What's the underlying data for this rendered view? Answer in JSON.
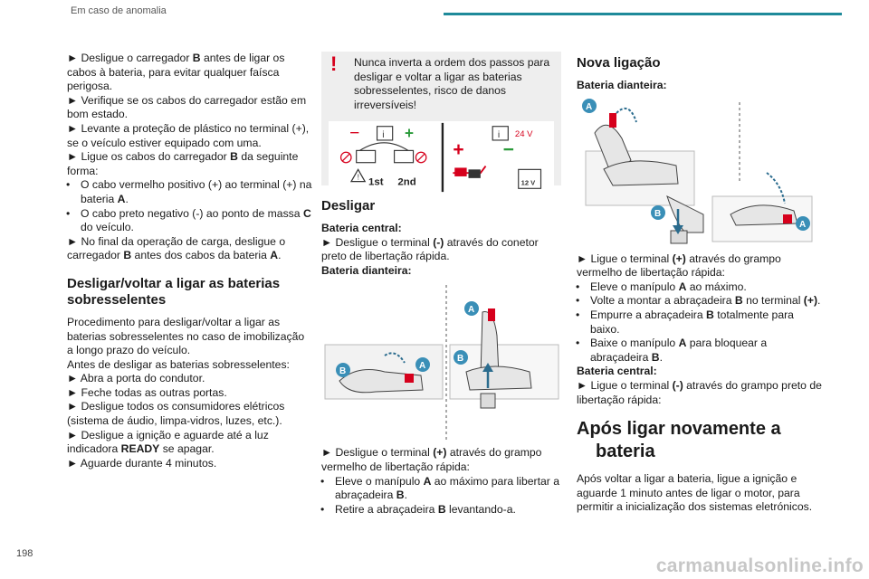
{
  "header": {
    "section_title": "Em caso de anomalia",
    "accent_color": "#1e8a9a"
  },
  "page_number": "198",
  "watermark": "carmanualsonline.info",
  "col1": {
    "intro_bullets": [
      {
        "marker": "►",
        "text": "Desligue o carregador",
        "bold": "B",
        "rest": "antes de ligar os cabos à bateria, para evitar qualquer faísca perigosa."
      },
      {
        "marker": "►",
        "text": "Verifique se os cabos do carregador estão em bom estado."
      },
      {
        "marker": "►",
        "text": "Levante a proteção de plástico no terminal (+), se o veículo estiver equipado com uma."
      },
      {
        "marker": "►",
        "text": "Ligue os cabos do carregador",
        "bold": "B",
        "rest": "da seguinte forma:"
      }
    ],
    "sub_bullets": [
      {
        "text": "O cabo vermelho positivo (+) ao terminal (+) na bateria",
        "bold": "A",
        "rest": "."
      },
      {
        "text": "O cabo preto negativo (-) ao ponto de massa",
        "bold": "C",
        "rest": "do veículo."
      }
    ],
    "end_bullet": {
      "marker": "►",
      "text": "No final da operação de carga, desligue o carregador",
      "bold": "B",
      "mid": "antes dos cabos da bateria",
      "bold2": "A",
      "rest": "."
    },
    "heading": "Desligar/voltar a ligar as baterias sobresselentes",
    "procedure_text": "Procedimento para desligar/voltar a ligar as baterias sobresselentes no caso de imobilização a longo prazo do veículo.",
    "before_text": "Antes de desligar as baterias sobresselentes:",
    "steps": [
      {
        "marker": "►",
        "text": "Abra a porta do condutor."
      },
      {
        "marker": "►",
        "text": "Feche todas as outras portas."
      },
      {
        "marker": "►",
        "text": "Desligue todos os consumidores elétricos (sistema de áudio, limpa-vidros, luzes, etc.)."
      },
      {
        "marker": "►",
        "text": "Desligue a ignição e aguarde até a luz indicadora",
        "bold": "READY",
        "rest": "se apagar."
      },
      {
        "marker": "►",
        "text": "Aguarde durante 4 minutos."
      }
    ]
  },
  "col2": {
    "warning_icon": "!",
    "warning_text": "Nunca inverta a ordem dos passos para desligar e voltar a ligar as baterias sobresselentes, risco de danos irreversíveis!",
    "warn_labels": {
      "first": "1st",
      "second": "2nd",
      "voltage": "24 V",
      "battery_voltage": "12 V"
    },
    "heading": "Desligar",
    "central_label": "Bateria central:",
    "central_step": {
      "marker": "►",
      "text": "Desligue o terminal",
      "bold": "(-)",
      "rest": "através do conetor preto de libertação rápida."
    },
    "front_label": "Bateria dianteira:",
    "figure_labels": {
      "a": "A",
      "b": "B"
    },
    "front_step": {
      "marker": "►",
      "text": "Desligue o terminal",
      "bold": "(+)",
      "rest": "através do grampo vermelho de libertação rápida:"
    },
    "sub_bullets": [
      {
        "text": "Eleve o manípulo",
        "bold": "A",
        "rest": "ao máximo para libertar a abraçadeira",
        "bold2": "B",
        "end": "."
      },
      {
        "text": "Retire a abraçadeira",
        "bold": "B",
        "rest": "levantando-a."
      }
    ]
  },
  "col3": {
    "heading": "Nova ligação",
    "front_label": "Bateria dianteira:",
    "figure_labels": {
      "a": "A",
      "b": "B"
    },
    "front_step": {
      "marker": "►",
      "text": "Ligue o terminal",
      "bold": "(+)",
      "rest": "através do grampo vermelho de libertação rápida:"
    },
    "sub_bullets": [
      {
        "text": "Eleve o manípulo",
        "bold": "A",
        "rest": "ao máximo."
      },
      {
        "text": "Volte a montar a abraçadeira",
        "bold": "B",
        "rest": "no terminal",
        "bold2": "(+)",
        "end": "."
      },
      {
        "text": "Empurre a abraçadeira",
        "bold": "B",
        "rest": "totalmente para baixo."
      },
      {
        "text": "Baixe o manípulo",
        "bold": "A",
        "rest": "para bloquear a abraçadeira",
        "bold2": "B",
        "end": "."
      }
    ],
    "central_label": "Bateria central:",
    "central_step": {
      "marker": "►",
      "text": "Ligue o terminal",
      "bold": "(-)",
      "rest": "através do grampo preto de libertação rápida:"
    },
    "big_heading_l1": "Após ligar novamente a",
    "big_heading_l2": "bateria",
    "after_text": "Após voltar a ligar a bateria, ligue a ignição e aguarde 1 minuto antes de ligar o motor, para permitir a inicialização dos sistemas eletrónicos."
  },
  "colors": {
    "red": "#d6001c",
    "green": "#2a9a3a",
    "teal_label": "#1e8a9a"
  }
}
